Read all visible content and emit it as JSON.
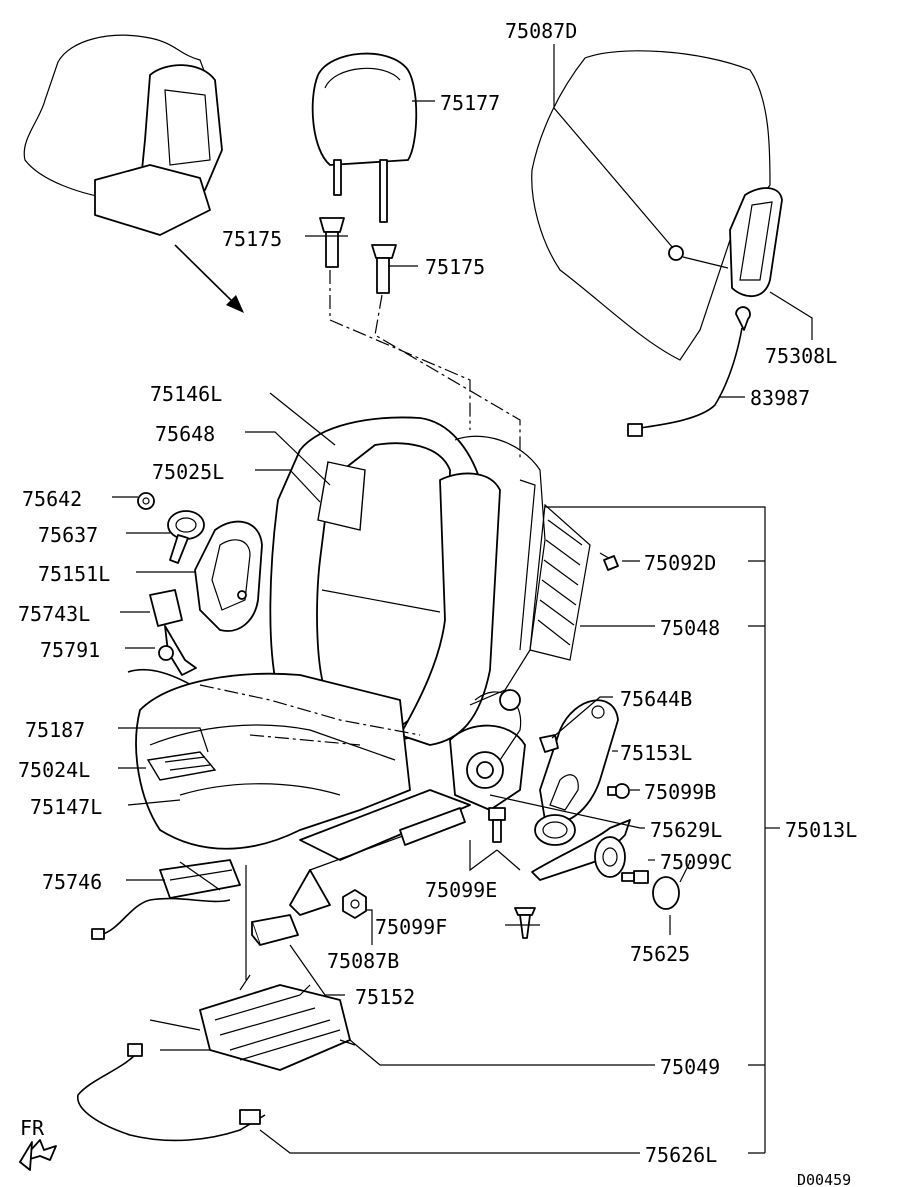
{
  "diagram_code": "D00459",
  "direction_label": "FR",
  "parts": {
    "p75087D": "75087D",
    "p75177": "75177",
    "p75175a": "75175",
    "p75175b": "75175",
    "p75308L": "75308L",
    "p83987": "83987",
    "p75146L": "75146L",
    "p75648": "75648",
    "p75025L": "75025L",
    "p75642": "75642",
    "p75637": "75637",
    "p75151L": "75151L",
    "p75743L": "75743L",
    "p75791": "75791",
    "p75092D": "75092D",
    "p75048": "75048",
    "p75644B": "75644B",
    "p75153L": "75153L",
    "p75099B": "75099B",
    "p75187": "75187",
    "p75024L": "75024L",
    "p75147L": "75147L",
    "p75629L": "75629L",
    "p75013L": "75013L",
    "p75099C": "75099C",
    "p75099E": "75099E",
    "p75746": "75746",
    "p75099F": "75099F",
    "p75625": "75625",
    "p75087B": "75087B",
    "p75152": "75152",
    "p75049": "75049",
    "p75626L": "75626L"
  }
}
